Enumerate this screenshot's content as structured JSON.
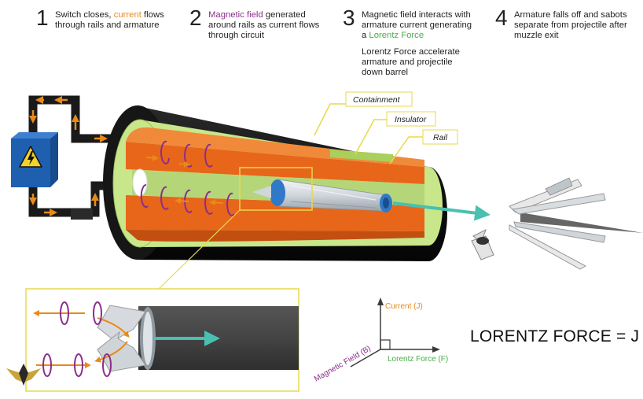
{
  "steps": [
    {
      "number": "1",
      "line1_pre": "Switch closes, ",
      "line1_highlight": "current",
      "line1_post": " flows",
      "line2": "through rails and armature"
    },
    {
      "number": "2",
      "line1_highlight": "Magnetic field",
      "line1_post": " generated",
      "line2": "around rails as current flows",
      "line3": "through circuit"
    },
    {
      "number": "3",
      "line1": "Magnetic field interacts with",
      "line2": "armature current generating",
      "line3_pre": "a ",
      "line3_highlight": "Lorentz Force",
      "sub1": "Lorentz Force accelerate",
      "sub2": "armature and projectile",
      "sub3": "down barrel"
    },
    {
      "number": "4",
      "line1": "Armature falls off and sabots",
      "line2": "separate from projectile after",
      "line3": "muzzle exit"
    }
  ],
  "callouts": {
    "containment": "Containment",
    "insulator": "Insulator",
    "rail": "Rail"
  },
  "axes": {
    "current": "Current (J)",
    "magnetic": "Magnetic Field (B)",
    "lorentz": "Lorentz Force (F)"
  },
  "formula": "LORENTZ FORCE = J × B",
  "colors": {
    "current": "#e88a1a",
    "magnetic": "#8a2e8a",
    "lorentz": "#4cab4c",
    "force_arrow": "#49c0b0",
    "rail": "#e8661a",
    "insulator": "#c8e68a",
    "barrel": "#1a1a1a",
    "callout_line": "#e8d84a",
    "switch_box": "#1f5fb0"
  },
  "icons": [
    "high-voltage-icon"
  ]
}
